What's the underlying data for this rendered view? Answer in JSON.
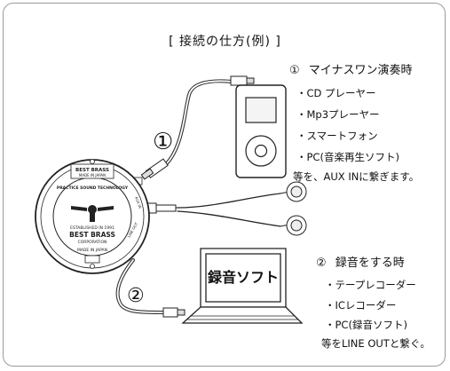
{
  "title": "[ 接続の仕方(例) ]",
  "section1": {
    "marker": "①",
    "heading": "マイナスワン演奏時",
    "items": [
      "・CD プレーヤー",
      "・Mp3プレーヤー",
      "・スマートフォン",
      "・PC(音楽再生ソフト)"
    ],
    "note": "等を、AUX INに繋ぎます。"
  },
  "section2": {
    "marker": "②",
    "heading": "録音をする時",
    "items": [
      "・テープレコーダー",
      "・ICレコーダー",
      "・PC(録音ソフト)"
    ],
    "note": "等をLINE OUTと繋ぐ。"
  },
  "callouts": {
    "one": "①",
    "two": "②"
  },
  "laptop_screen": "録音ソフト",
  "device_label": {
    "top": "BEST BRASS",
    "top_sub": "MADE IN JAPAN",
    "ring_top": "PRACTICE SOUND TECHNOLOGY",
    "middle": "ESTABLISHED IN 1991",
    "brand": "BEST BRASS",
    "corp": "CORPORATION",
    "bottom": "MADE IN JAPAN",
    "port_aux": "AUX IN",
    "port_line": "LINE OUT"
  }
}
